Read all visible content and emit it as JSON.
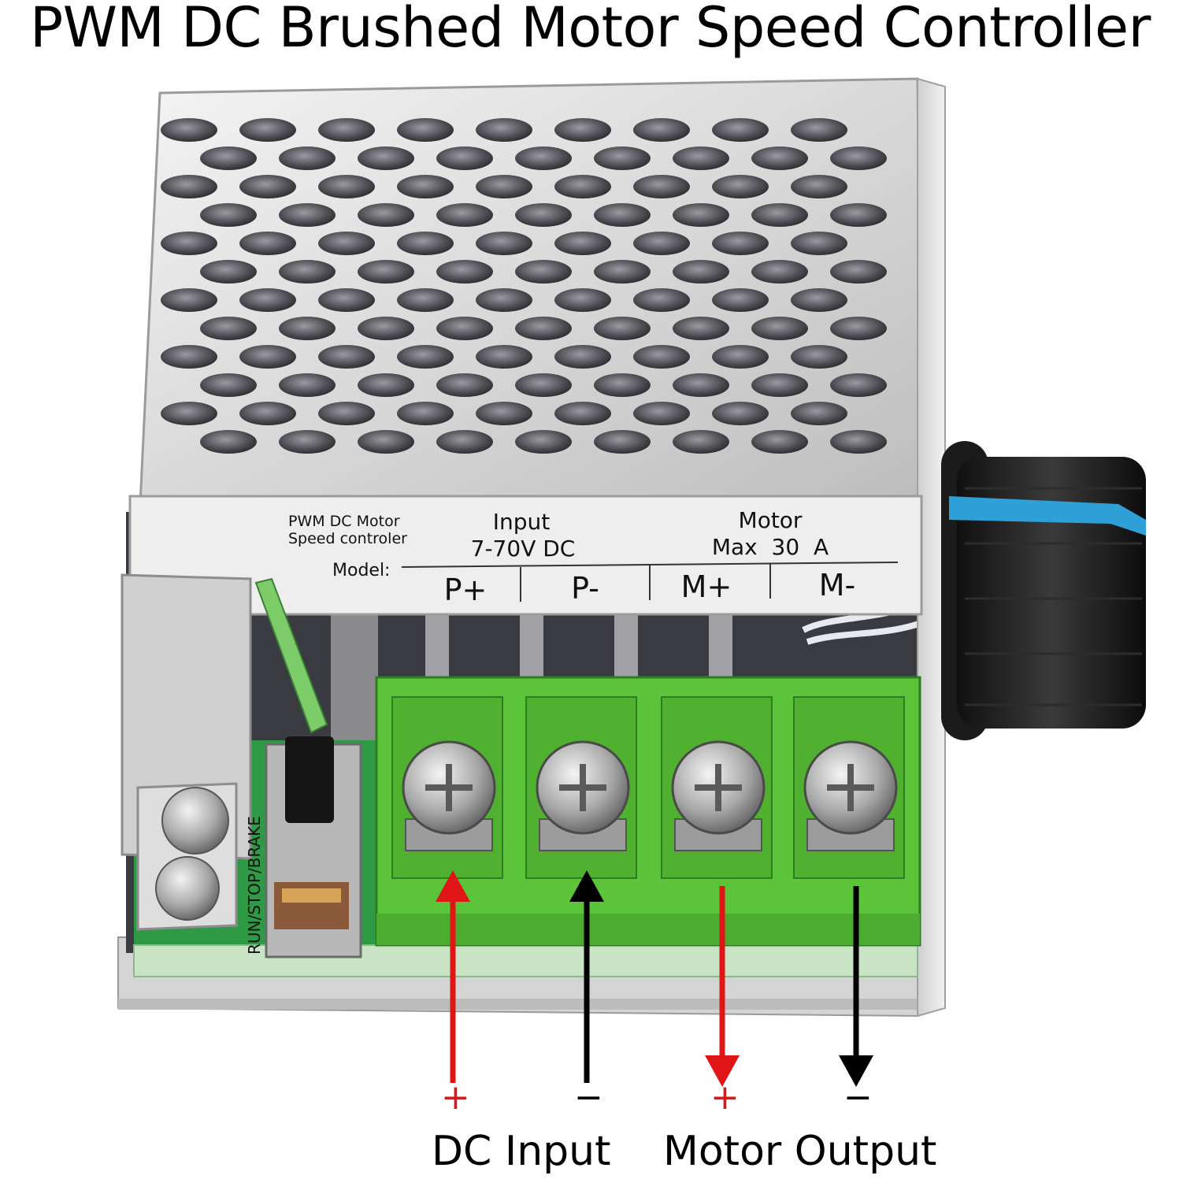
{
  "title": "PWM DC Brushed Motor Speed Controller",
  "label_plate": {
    "product_line1": "PWM DC Motor",
    "product_line2": "Speed controler",
    "model_label": "Model:",
    "input_title": "Input",
    "input_range": "7-70V DC",
    "motor_title": "Motor",
    "motor_max": "Max  30  A",
    "terminals": [
      "P+",
      "P-",
      "M+",
      "M-"
    ]
  },
  "switch_label": "RUN/STOP/BRAKE",
  "signs": {
    "plus": "+",
    "minus": "−"
  },
  "captions": {
    "dc_input": "DC Input",
    "motor_output": "Motor Output"
  },
  "colors": {
    "positive_arrow": "#e01515",
    "negative_arrow": "#000000",
    "terminal_green": "#5cc43a",
    "pcb_green": "#2f9a45",
    "knob_blue": "#2f9fd8"
  }
}
